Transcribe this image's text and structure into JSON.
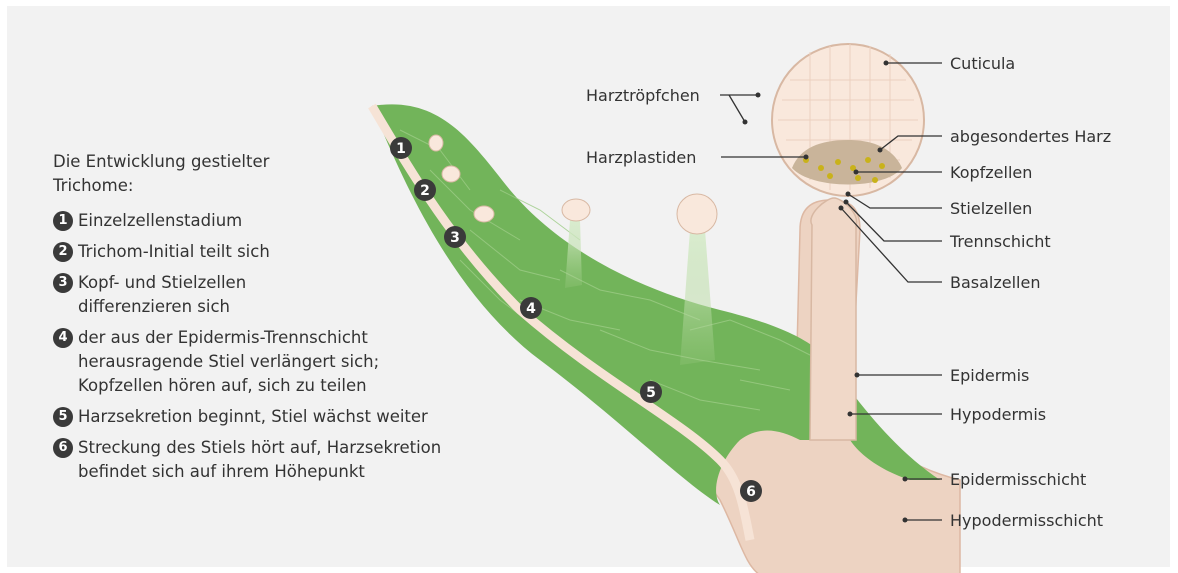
{
  "legend": {
    "title": "Die Entwicklung gestielter Trichome:",
    "items": [
      {
        "number": "1",
        "text": "Einzelzellenstadium"
      },
      {
        "number": "2",
        "text": "Trichom-Initial teilt sich"
      },
      {
        "number": "3",
        "text": "Kopf- und Stielzellen differenzieren sich"
      },
      {
        "number": "4",
        "text": "der aus der Epidermis-Trennschicht herausragende Stiel verlängert sich; Kopfzellen hören auf, sich zu teilen"
      },
      {
        "number": "5",
        "text": "Harzsekretion beginnt, Stiel wächst weiter"
      },
      {
        "number": "6",
        "text": "Streckung des Stiels hört auf, Harzsekretion befindet sich auf ihrem Höhepunkt"
      }
    ]
  },
  "labels": {
    "cuticula": "Cuticula",
    "harztroepfchen": "Harztröpfchen",
    "abgesondertes_harz": "abgesondertes Harz",
    "harzplastiden": "Harzplastiden",
    "kopfzellen": "Kopfzellen",
    "stielzellen": "Stielzellen",
    "trennschicht": "Trennschicht",
    "basalzellen": "Basalzellen",
    "epidermis": "Epidermis",
    "hypodermis": "Hypodermis",
    "epidermisschicht": "Epidermisschicht",
    "hypodermisschicht": "Hypodermisschicht"
  },
  "stage_markers": [
    "1",
    "2",
    "3",
    "4",
    "5",
    "6"
  ],
  "colors": {
    "background": "#f2f2f2",
    "leaf_green": "#72b45a",
    "tissue_pink": "#edd3c2",
    "head_fill": "#f9e8dc",
    "resin_yellow": "#c9b21a",
    "badge": "#3a3a3a"
  }
}
